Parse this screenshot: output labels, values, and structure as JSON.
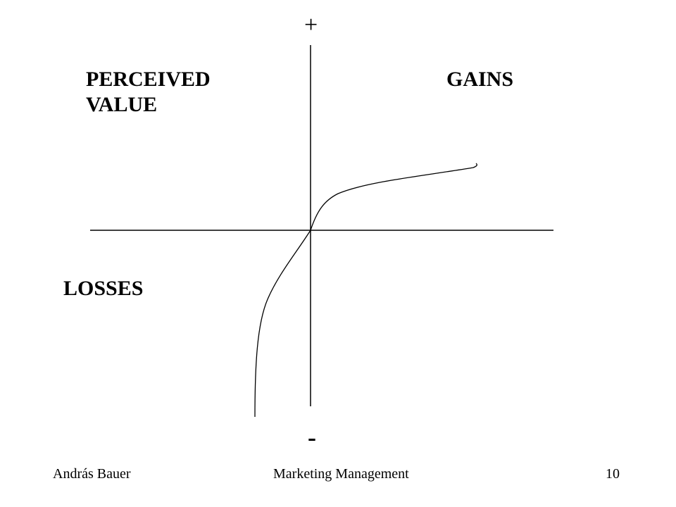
{
  "diagram": {
    "plus": "+",
    "minus": "-",
    "perceived_value": "PERCEIVED\nVALUE",
    "gains": "GAINS",
    "losses": "LOSSES"
  },
  "footer": {
    "author": "András Bauer",
    "title": "Marketing Management",
    "page": "10"
  },
  "colors": {
    "line": "#000000",
    "background": "#ffffff"
  }
}
